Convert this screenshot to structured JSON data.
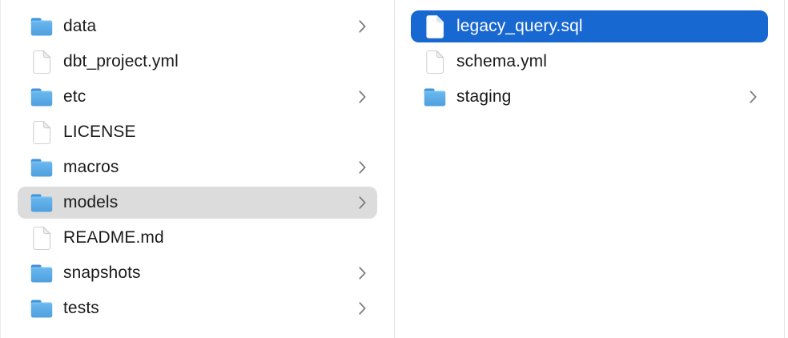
{
  "window": {
    "app": "Finder",
    "view": "column-view"
  },
  "colors": {
    "selection_active": "#1868d2",
    "selection_inactive": "#dcdcdc",
    "divider": "#e3e3e3",
    "edge_line": "#ececec",
    "background": "#ffffff",
    "text": "#1b1b1d",
    "text_selected": "#ffffff",
    "chevron": "#7d7d82",
    "folder_tab": "#4292d8",
    "folder_body_top": "#7ec6f4",
    "folder_body_mid": "#66b5ec",
    "folder_body_bottom": "#4f9fdf"
  },
  "columns": [
    {
      "name": "column-parent-folder",
      "items": [
        {
          "label": "data",
          "type": "folder",
          "chevron": true,
          "selected": "none"
        },
        {
          "label": "dbt_project.yml",
          "type": "file",
          "chevron": false,
          "selected": "none"
        },
        {
          "label": "etc",
          "type": "folder",
          "chevron": true,
          "selected": "none"
        },
        {
          "label": "LICENSE",
          "type": "file",
          "chevron": false,
          "selected": "none"
        },
        {
          "label": "macros",
          "type": "folder",
          "chevron": true,
          "selected": "none"
        },
        {
          "label": "models",
          "type": "folder",
          "chevron": true,
          "selected": "inactive"
        },
        {
          "label": "README.md",
          "type": "file",
          "chevron": false,
          "selected": "none"
        },
        {
          "label": "snapshots",
          "type": "folder",
          "chevron": true,
          "selected": "none"
        },
        {
          "label": "tests",
          "type": "folder",
          "chevron": true,
          "selected": "none"
        }
      ]
    },
    {
      "name": "column-models-contents",
      "items": [
        {
          "label": "legacy_query.sql",
          "type": "file",
          "chevron": false,
          "selected": "active"
        },
        {
          "label": "schema.yml",
          "type": "file",
          "chevron": false,
          "selected": "none"
        },
        {
          "label": "staging",
          "type": "folder",
          "chevron": true,
          "selected": "none"
        }
      ]
    }
  ]
}
